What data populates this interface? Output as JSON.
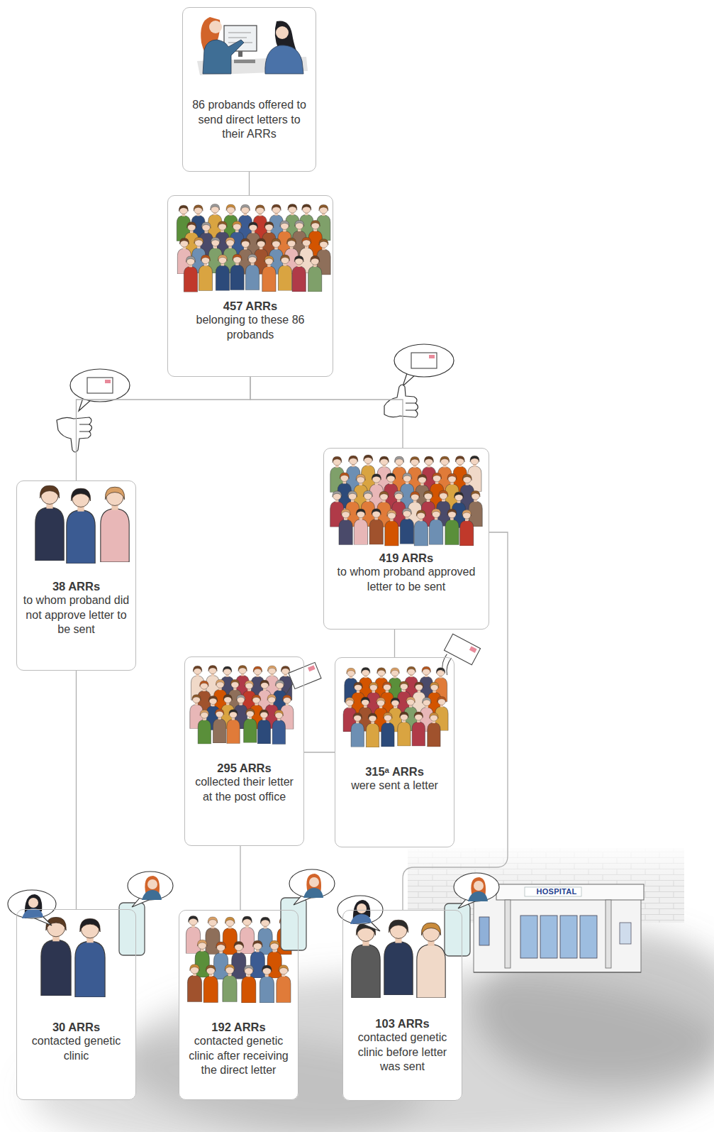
{
  "diagram": {
    "nodes": [
      {
        "text": [
          "86 probands offered to send direct letters to their ARRs"
        ]
      },
      {
        "text": [
          "457 ARRs",
          "belonging to these 86 probands"
        ]
      },
      {
        "text": [
          "38 ARRs",
          "to whom proband did not approve letter to be sent"
        ]
      },
      {
        "text": [
          "419 ARRs",
          "to whom proband approved letter to be sent"
        ]
      },
      {
        "text": [
          "295 ARRs",
          "collected their letter at the post office"
        ]
      },
      {
        "text": [
          "315ᵃ ARRs",
          "were sent a letter"
        ]
      },
      {
        "text": [
          "30 ARRs",
          "contacted genetic clinic"
        ]
      },
      {
        "text": [
          "192 ARRs",
          "contacted genetic clinic after receiving the direct letter"
        ]
      },
      {
        "text": [
          "103 ARRs",
          "contacted genetic clinic before letter was sent"
        ]
      }
    ],
    "edges": [
      {
        "from": 0,
        "to": 1,
        "arrow": "none"
      },
      {
        "from": 1,
        "to": 2,
        "arrow": "none"
      },
      {
        "from": 1,
        "to": 3,
        "arrow": "none"
      },
      {
        "from": 3,
        "to": 5,
        "arrow": "none"
      },
      {
        "from": 5,
        "to": 4,
        "arrow": "none"
      },
      {
        "from": 2,
        "to": 6,
        "arrow": "none"
      },
      {
        "from": 4,
        "to": 7,
        "arrow": "none"
      },
      {
        "from": 3,
        "to": 8,
        "arrow": "none"
      }
    ],
    "labels": [
      "HOSPITAL"
    ]
  }
}
